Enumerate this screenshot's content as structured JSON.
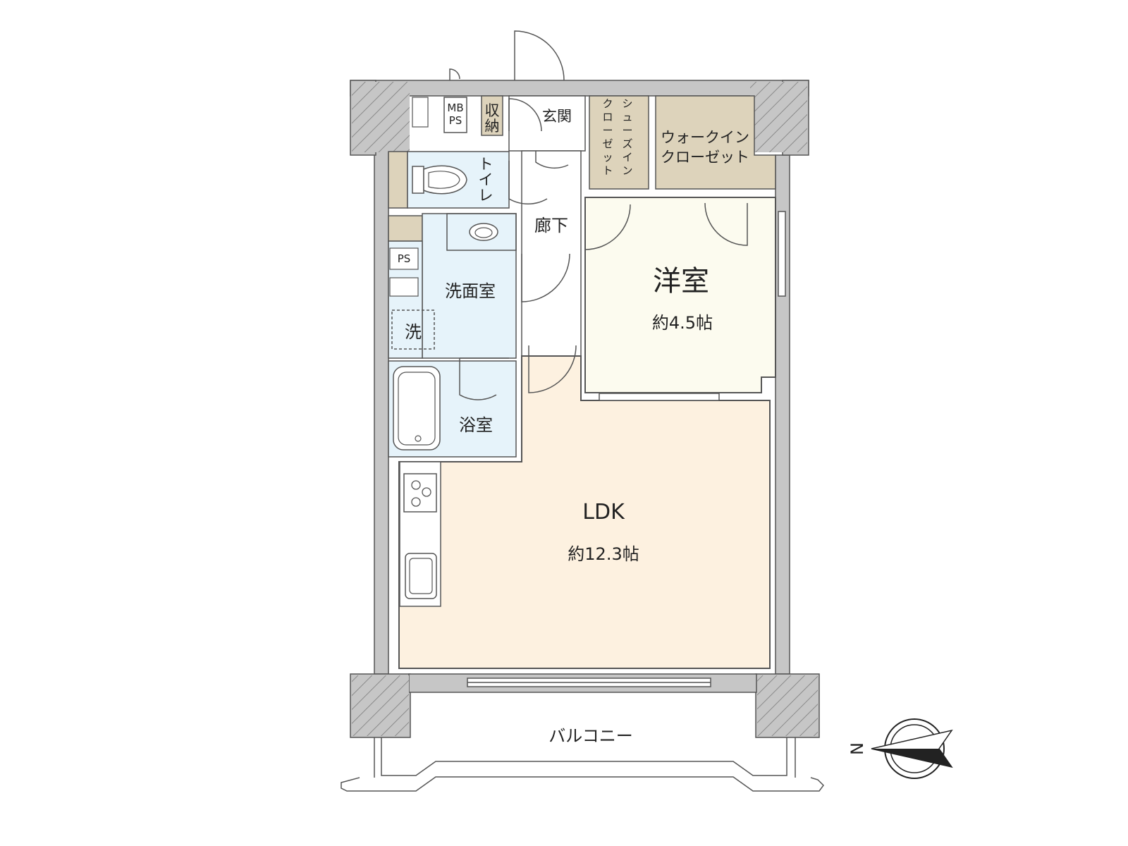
{
  "colors": {
    "wall": "#c6c6c6",
    "wall_line": "#555555",
    "ldk": "#fdf1e0",
    "western": "#fcfbef",
    "water": "#e6f3fa",
    "storage": "#ddd3bb",
    "hall": "#ffffff"
  },
  "rooms": {
    "ldk": {
      "name": "LDK",
      "area": "約12.3帖"
    },
    "western": {
      "name": "洋室",
      "area": "約4.5帖"
    },
    "washroom": "洗面室",
    "bathroom": "浴室",
    "toilet": [
      "ト",
      "イ",
      "レ"
    ],
    "entrance": "玄関",
    "corridor": "廊下",
    "storage": [
      "収",
      "納"
    ],
    "shoe_closet": {
      "col1": [
        "シ",
        "ュ",
        "ー",
        "ズ",
        "イ",
        "ン"
      ],
      "col2": [
        "ク",
        "ロ",
        "ー",
        "ゼ",
        "ッ",
        "ト"
      ]
    },
    "walkin_closet": [
      "ウォークイン",
      "クローゼット"
    ],
    "mbps": [
      "MB",
      "PS"
    ],
    "ps": "PS",
    "washer": "洗",
    "balcony": "バルコニー"
  },
  "compass": {
    "label": "N"
  }
}
